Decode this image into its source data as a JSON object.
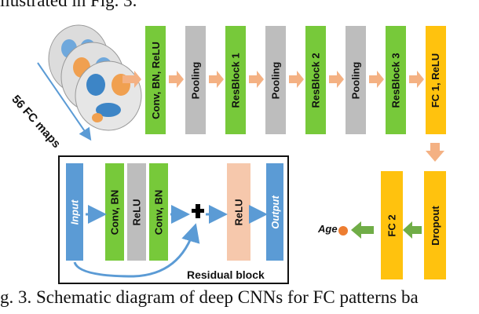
{
  "header_text": "llustrated in Fig. 3.",
  "caption": "g. 3. Schematic diagram of deep CNNs for FC patterns ba",
  "input_label": "56 FC maps",
  "main_pipeline": [
    {
      "label": "Conv, BN, ReLU",
      "color": "#77c93a"
    },
    {
      "label": "Pooling",
      "color": "#bdbdbd"
    },
    {
      "label": "ResBlock 1",
      "color": "#77c93a"
    },
    {
      "label": "Pooling",
      "color": "#bdbdbd"
    },
    {
      "label": "ResBlock 2",
      "color": "#77c93a"
    },
    {
      "label": "Pooling",
      "color": "#bdbdbd"
    },
    {
      "label": "ResBlock 3",
      "color": "#77c93a"
    },
    {
      "label": "FC 1, ReLU",
      "color": "#ffc20e"
    }
  ],
  "head": {
    "dropout": "Dropout",
    "fc2": "FC 2",
    "output": "Age"
  },
  "residual_block": {
    "title": "Residual block",
    "input": "Input",
    "conv1": "Conv, BN",
    "relu1": "ReLU",
    "conv2": "Conv, BN",
    "relu2": "ReLU",
    "output": "Output"
  },
  "colors": {
    "arrow_main": "#f4b183",
    "arrow_green": "#70ad47",
    "arrow_blue": "#5b9bd5",
    "age_dot": "#ed7d31"
  }
}
